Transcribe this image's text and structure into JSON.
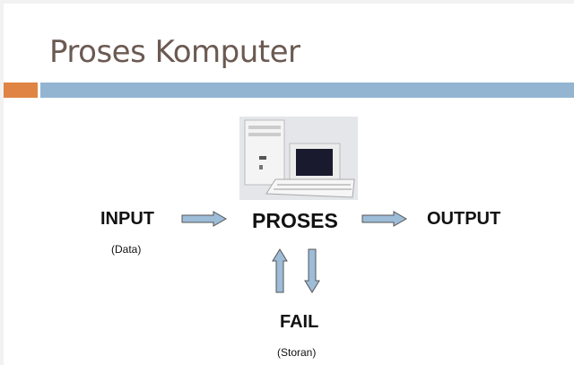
{
  "slide": {
    "title": "Proses Komputer",
    "nodes": {
      "input": {
        "label": "INPUT",
        "sub": "(Data)"
      },
      "process": {
        "label": "PROSES"
      },
      "output": {
        "label": "OUTPUT"
      },
      "storage": {
        "label": "FAIL",
        "sub": "(Storan)"
      }
    },
    "colors": {
      "accent_orange": "#df8444",
      "accent_blue": "#93b5d2",
      "arrow_fill": "#9dbcd8",
      "title": "#6b5a52"
    }
  }
}
